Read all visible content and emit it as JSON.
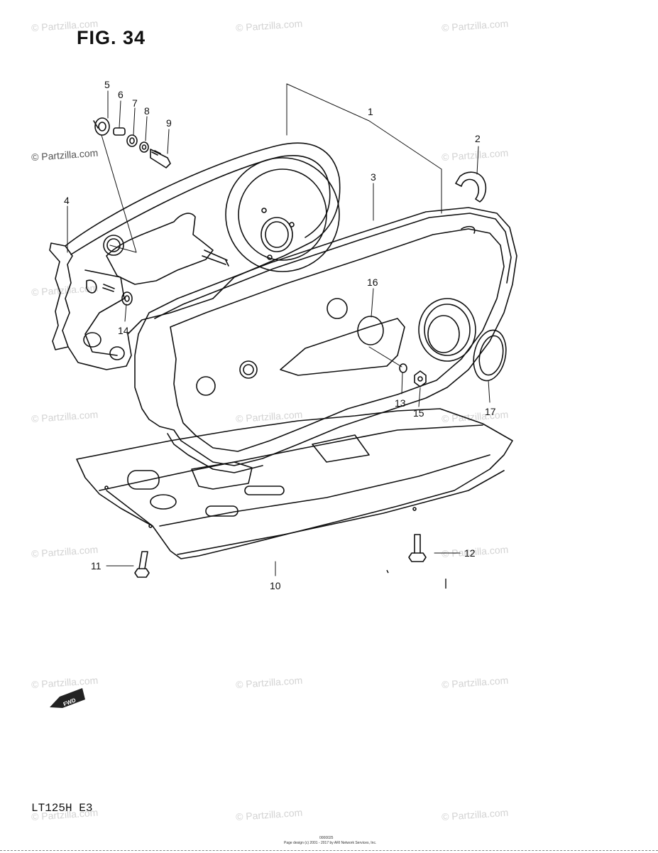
{
  "figure": {
    "title": "FIG. 34",
    "model_code": "LT125H  E3",
    "footer_code": "0000025",
    "footer_copyright": "Page design (c) 2001 - 2017 by ARI Network Services, Inc."
  },
  "watermark": {
    "text": "© Partzilla.com"
  },
  "callouts": [
    {
      "id": "1",
      "label": "1"
    },
    {
      "id": "2",
      "label": "2"
    },
    {
      "id": "3",
      "label": "3"
    },
    {
      "id": "4",
      "label": "4"
    },
    {
      "id": "5",
      "label": "5"
    },
    {
      "id": "6",
      "label": "6"
    },
    {
      "id": "7",
      "label": "7"
    },
    {
      "id": "8",
      "label": "8"
    },
    {
      "id": "9",
      "label": "9"
    },
    {
      "id": "10",
      "label": "10"
    },
    {
      "id": "11",
      "label": "11"
    },
    {
      "id": "12",
      "label": "12"
    },
    {
      "id": "13",
      "label": "13"
    },
    {
      "id": "14",
      "label": "14"
    },
    {
      "id": "15",
      "label": "15"
    },
    {
      "id": "16",
      "label": "16"
    },
    {
      "id": "17",
      "label": "17"
    }
  ],
  "fwd_arrow": {
    "label": "FWD"
  }
}
